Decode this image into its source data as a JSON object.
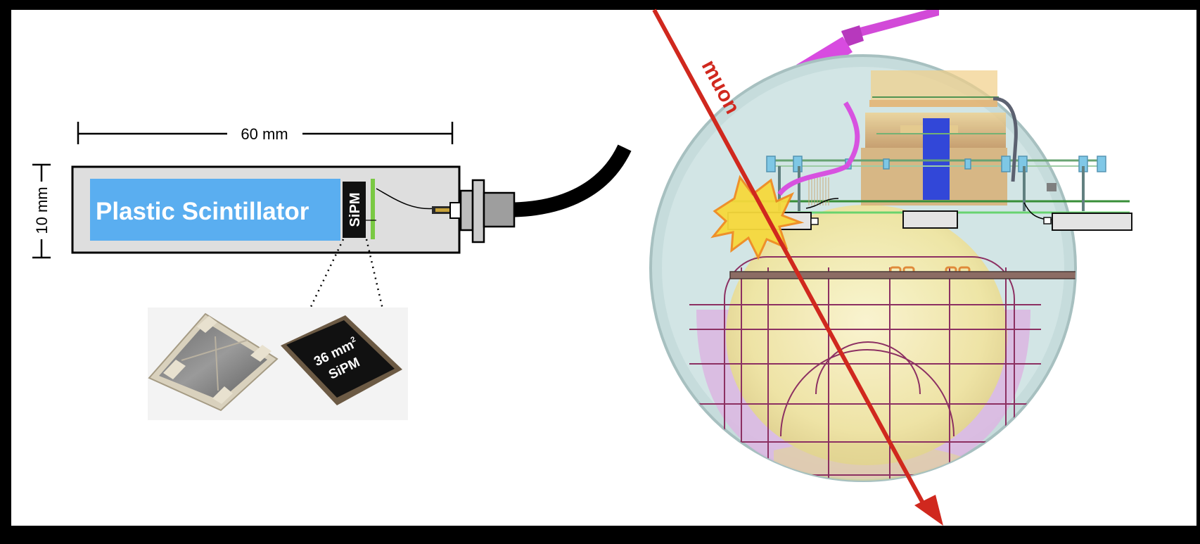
{
  "dimensions": {
    "length_label": "60 mm",
    "height_label": "10 mm"
  },
  "module": {
    "scintillator_label": "Plastic Scintillator",
    "sipm_label": "SiPM"
  },
  "photo": {
    "chip_label_line1": "36 mm",
    "chip_label_sup": "2",
    "chip_label_line2": "SiPM"
  },
  "particle": {
    "label": "muon"
  },
  "colors": {
    "scintillator_blue": "#5aaef0",
    "muon_red": "#d0281e",
    "cable_magenta": "#d84be0",
    "sphere_glass": "#c6dcdc",
    "pmt_yellow": "#efe7a6",
    "flash_yellow": "#f6d93c"
  }
}
